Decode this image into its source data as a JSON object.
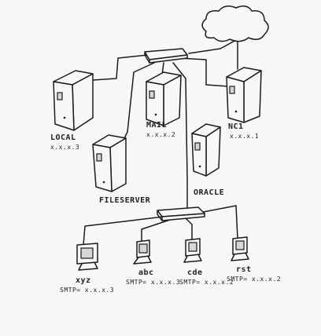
{
  "nodes": {
    "local": {
      "name": "LOCAL",
      "address": "x.x.x.3"
    },
    "mail": {
      "name": "MAIL",
      "address": "x.x.x.2"
    },
    "nc1": {
      "name": "NC1",
      "address": "x.x.x.1"
    },
    "fileserver": {
      "name": "FILESERVER",
      "address": ""
    },
    "oracle": {
      "name": "ORACLE",
      "address": ""
    },
    "xyz": {
      "name": "xyz",
      "smtp": "SMTP= x.x.x.3"
    },
    "abc": {
      "name": "abc",
      "smtp": "SMTP= x.x.x.3"
    },
    "cde": {
      "name": "cde",
      "smtp": "SMTP= x.x.x.2"
    },
    "rst": {
      "name": "rst",
      "smtp": "SMTP= x.x.x.2"
    }
  }
}
